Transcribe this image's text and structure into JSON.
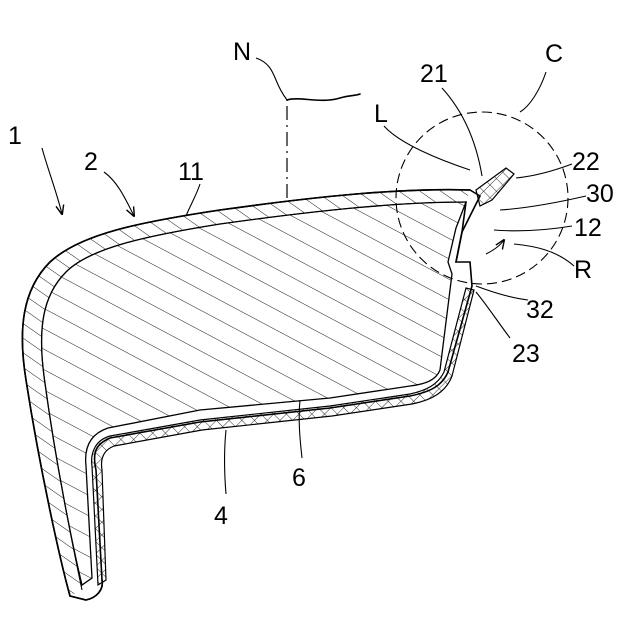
{
  "figure": {
    "labels": {
      "n": "N",
      "c": "C",
      "l": "L",
      "r": "R",
      "ref_1": "1",
      "ref_2": "2",
      "ref_11": "11",
      "ref_21": "21",
      "ref_22": "22",
      "ref_30": "30",
      "ref_12": "12",
      "ref_32": "32",
      "ref_23": "23",
      "ref_6": "6",
      "ref_4": "4"
    }
  }
}
